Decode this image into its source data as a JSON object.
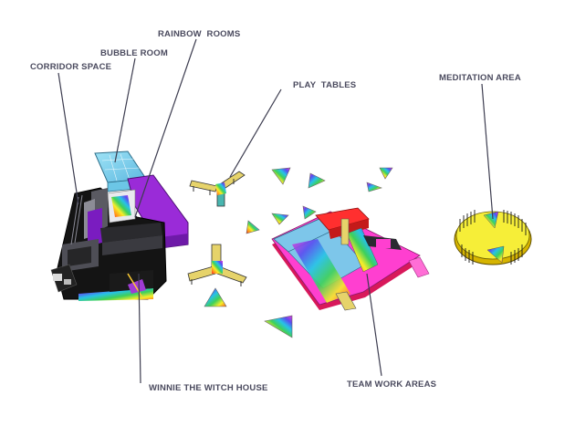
{
  "labels": {
    "rainbow_rooms": "RAINBOW  ROOMS",
    "bubble_room": "BUBBLE ROOM",
    "corridor_space": "CORRIDOR SPACE",
    "play_tables": "PLAY  TABLES",
    "meditation_area": "MEDITATION AREA",
    "winnie_house": "WINNIE THE WITCH HOUSE",
    "team_work_areas": "TEAM WORK AREAS"
  }
}
